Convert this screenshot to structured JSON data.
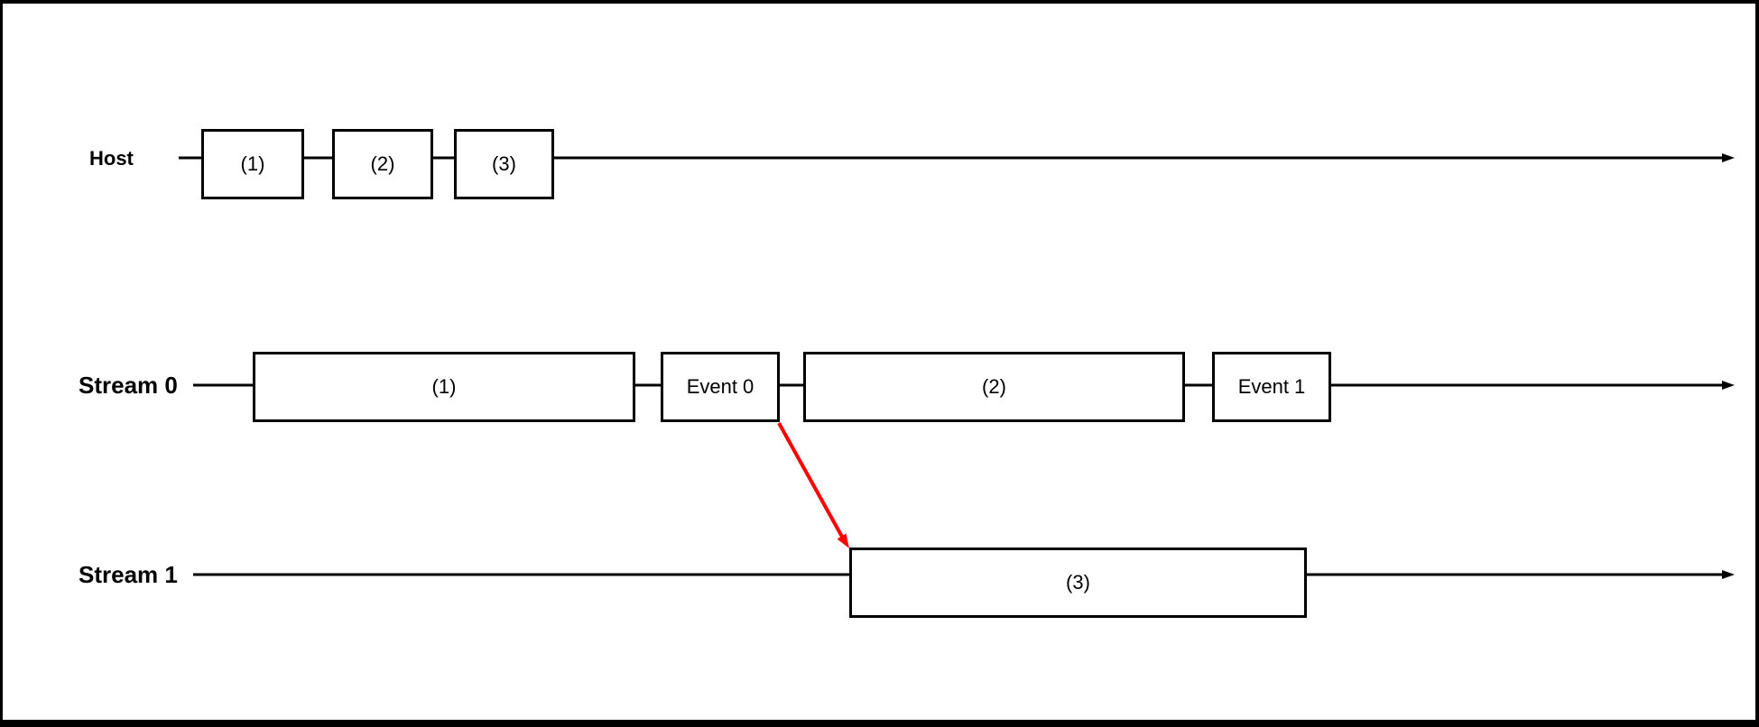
{
  "diagram": {
    "background_color": "#ffffff",
    "line_color": "#000000",
    "rows": [
      {
        "label": "Host",
        "blocks": [
          {
            "label": "(1)"
          },
          {
            "label": "(2)"
          },
          {
            "label": "(3)"
          }
        ]
      },
      {
        "label": "Stream 0",
        "blocks": [
          {
            "label": "(1)"
          },
          {
            "label": "Event 0"
          },
          {
            "label": "(2)"
          },
          {
            "label": "Event 1"
          }
        ]
      },
      {
        "label": "Stream 1",
        "blocks": [
          {
            "label": "(3)"
          }
        ]
      }
    ],
    "dependency_arrow": {
      "from": "Event 0",
      "to": "(3)",
      "color": "#ff0000"
    }
  }
}
